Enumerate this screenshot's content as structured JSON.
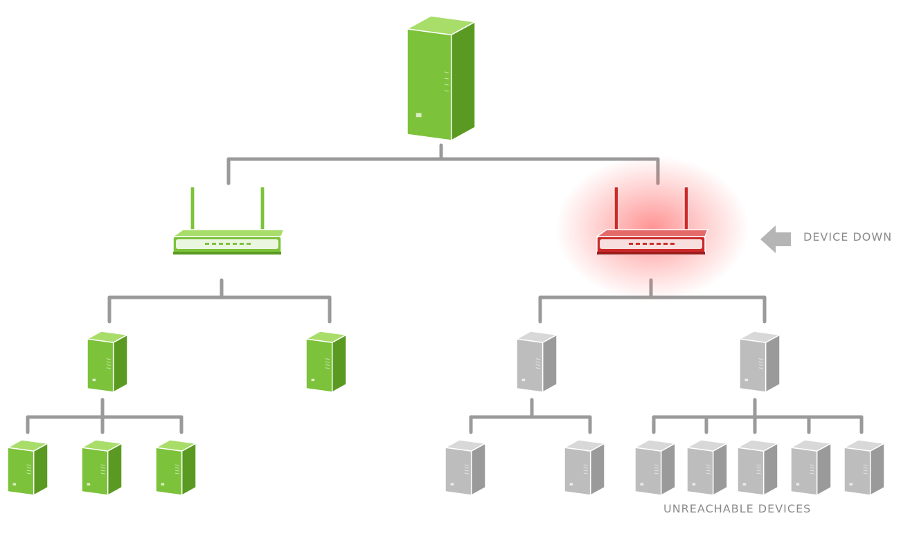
{
  "labels": {
    "device_down": "DEVICE DOWN",
    "unreachable": "UNREACHABLE DEVICES"
  },
  "colors": {
    "ok": "#7cc23a",
    "ok_dark": "#5a9a22",
    "ok_light": "#a8dd6a",
    "down": "#cc2a2a",
    "down_glow": "#ff5a5a",
    "unreachable": "#bdbdbd",
    "unreachable_dark": "#9a9a9a",
    "line": "#9a9a9a",
    "arrow": "#b5b5b5"
  },
  "nodes": [
    {
      "id": "server-root",
      "kind": "server",
      "status": "ok"
    },
    {
      "id": "router-left",
      "kind": "router",
      "status": "ok"
    },
    {
      "id": "router-right",
      "kind": "router",
      "status": "down"
    },
    {
      "id": "server-l1",
      "kind": "server",
      "status": "ok"
    },
    {
      "id": "server-l2",
      "kind": "server",
      "status": "ok"
    },
    {
      "id": "server-r1",
      "kind": "server",
      "status": "unreachable"
    },
    {
      "id": "server-r2",
      "kind": "server",
      "status": "unreachable"
    },
    {
      "id": "server-l1a",
      "kind": "server",
      "status": "ok"
    },
    {
      "id": "server-l1b",
      "kind": "server",
      "status": "ok"
    },
    {
      "id": "server-l1c",
      "kind": "server",
      "status": "ok"
    },
    {
      "id": "server-r1a",
      "kind": "server",
      "status": "unreachable"
    },
    {
      "id": "server-r1b",
      "kind": "server",
      "status": "unreachable"
    },
    {
      "id": "server-r2a",
      "kind": "server",
      "status": "unreachable"
    },
    {
      "id": "server-r2b",
      "kind": "server",
      "status": "unreachable"
    },
    {
      "id": "server-r2c",
      "kind": "server",
      "status": "unreachable"
    },
    {
      "id": "server-r2d",
      "kind": "server",
      "status": "unreachable"
    },
    {
      "id": "server-r2e",
      "kind": "server",
      "status": "unreachable"
    }
  ]
}
